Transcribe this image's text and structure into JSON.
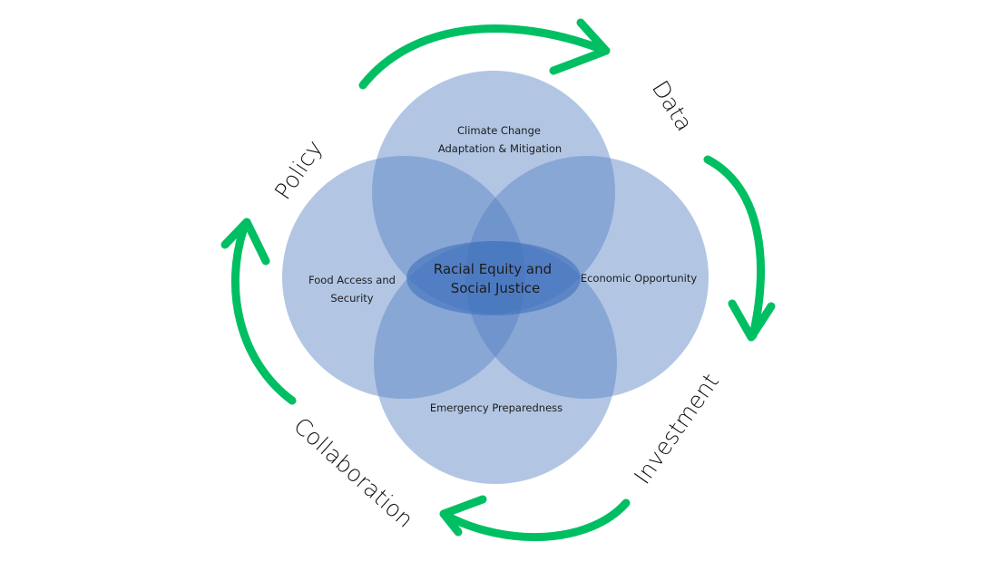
{
  "diagram": {
    "type": "venn-cycle",
    "colors": {
      "circle_fill": "#b0c6e4",
      "overlap_fill": "#7c9fd2",
      "center_fill": "#3a6cb8",
      "arrow": "#00bf63",
      "text": "#1c1c1c",
      "background": "#ffffff"
    },
    "circles": [
      {
        "id": "top",
        "label_lines": [
          "Climate Change",
          "Adaptation & Mitigation"
        ]
      },
      {
        "id": "left",
        "label_lines": [
          "Food Access and",
          "Security"
        ]
      },
      {
        "id": "right",
        "label_lines": [
          "Economic Opportunity"
        ]
      },
      {
        "id": "bottom",
        "label_lines": [
          "Emergency Preparedness"
        ]
      }
    ],
    "center": {
      "label_lines": [
        "Racial Equity and",
        "Social Justice"
      ]
    },
    "cycle": [
      {
        "id": "policy",
        "label": "Policy"
      },
      {
        "id": "data",
        "label": "Data"
      },
      {
        "id": "investment",
        "label": "Investment"
      },
      {
        "id": "collaboration",
        "label": "Collaboration"
      }
    ],
    "arrows": [
      {
        "id": "policy-to-data",
        "direction": "clockwise"
      },
      {
        "id": "data-to-investment",
        "direction": "clockwise"
      },
      {
        "id": "investment-to-collaboration",
        "direction": "clockwise"
      },
      {
        "id": "collaboration-to-policy",
        "direction": "clockwise"
      }
    ]
  }
}
